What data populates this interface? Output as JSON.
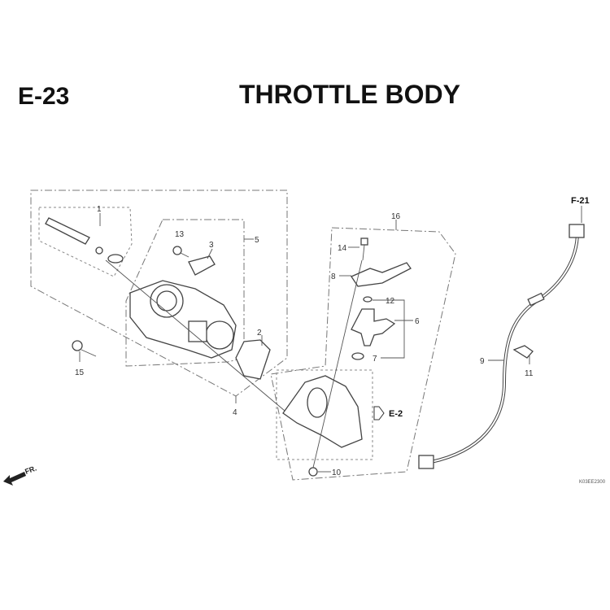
{
  "header": {
    "section": "E-23",
    "title": "THROTTLE BODY"
  },
  "callouts": {
    "p1": "1",
    "p2": "2",
    "p3": "3",
    "p4": "4",
    "p5": "5",
    "p6": "6",
    "p7": "7",
    "p8": "8",
    "p9": "9",
    "p10": "10",
    "p11": "11",
    "p12": "12",
    "p13": "13",
    "p14": "14",
    "p15": "15",
    "p16": "16"
  },
  "references": {
    "e2": "E-2",
    "f21": "F-21",
    "front": "FR."
  },
  "diagram_code": "K03EE2300"
}
